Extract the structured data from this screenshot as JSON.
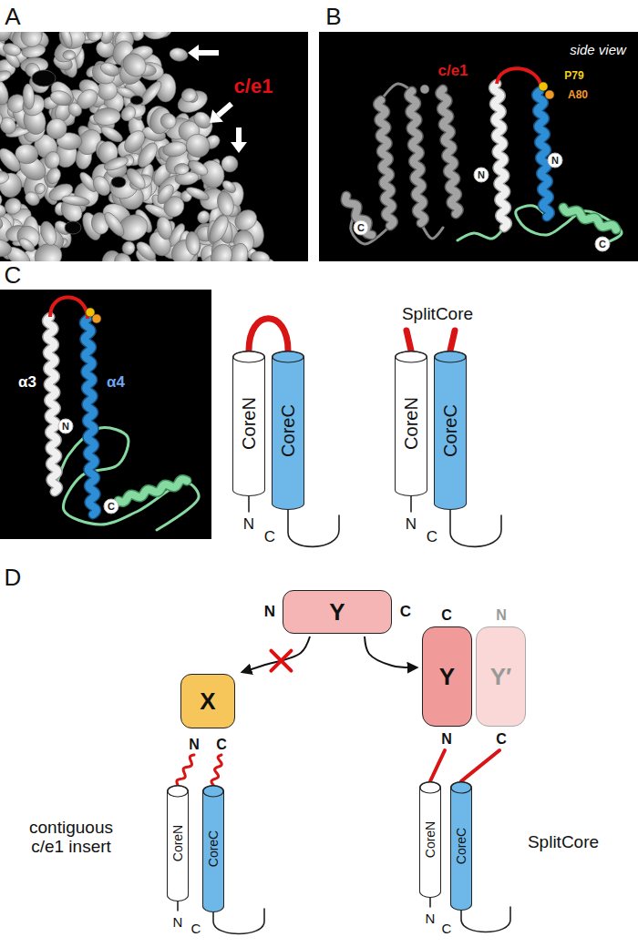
{
  "diagram": {
    "nodes": [
      {
        "text": [
          "CoreN"
        ]
      },
      {
        "text": [
          "CoreC"
        ]
      },
      {
        "text": [
          "CoreN"
        ]
      },
      {
        "text": [
          "CoreC"
        ]
      },
      {
        "text": [
          "Y"
        ]
      },
      {
        "text": [
          "X"
        ]
      },
      {
        "text": [
          "CoreN"
        ]
      },
      {
        "text": [
          "CoreC"
        ]
      },
      {
        "text": [
          "Y"
        ]
      },
      {
        "text": [
          "Y′"
        ]
      },
      {
        "text": [
          "CoreN"
        ]
      },
      {
        "text": [
          "CoreC"
        ]
      }
    ],
    "edges": [
      {
        "from": 4,
        "to": 5,
        "arrow": "to"
      },
      {
        "from": 4,
        "to": 8,
        "arrow": "to"
      }
    ],
    "labels": [
      "A",
      "B",
      "C",
      "D",
      "c/e1",
      "c/e1",
      "P79",
      "A80",
      "side view",
      "N",
      "N",
      "C",
      "C",
      "α3",
      "α4",
      "N",
      "C",
      "N",
      "C",
      "SplitCore",
      "N",
      "C",
      "N",
      "C",
      "N",
      "C",
      "contiguous c/e1 insert",
      "N",
      "C",
      "C",
      "N",
      "N",
      "C",
      "N",
      "C",
      "SplitCore"
    ]
  }
}
